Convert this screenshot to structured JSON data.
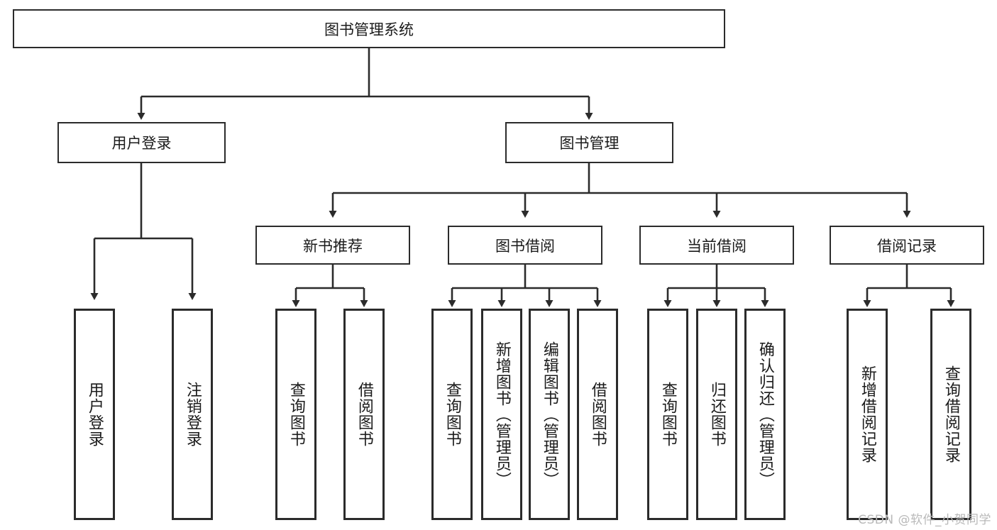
{
  "diagram": {
    "title": "图书管理系统",
    "type": "hierarchy-tree",
    "background": "#ffffff",
    "line_color": "#2b2b2b",
    "box_border_color": "#2b2b2b",
    "text_color": "#1b1b1b",
    "root": {
      "label": "图书管理系统"
    },
    "level1": [
      {
        "label": "用户登录"
      },
      {
        "label": "图书管理"
      }
    ],
    "level2": [
      {
        "label": "新书推荐"
      },
      {
        "label": "图书借阅"
      },
      {
        "label": "当前借阅"
      },
      {
        "label": "借阅记录"
      }
    ],
    "leaves": {
      "user_login": [
        {
          "label": "用户登录"
        },
        {
          "label": "注销登录"
        }
      ],
      "new_book_recommend": [
        {
          "label": "查询图书"
        },
        {
          "label": "借阅图书"
        }
      ],
      "book_borrow": [
        {
          "label": "查询图书"
        },
        {
          "label": "新增图书（管理员）"
        },
        {
          "label": "编辑图书（管理员）"
        },
        {
          "label": "借阅图书"
        }
      ],
      "current_borrow": [
        {
          "label": "查询图书"
        },
        {
          "label": "归还图书"
        },
        {
          "label": "确认归还（管理员）"
        }
      ],
      "borrow_record": [
        {
          "label": "新增借阅记录"
        },
        {
          "label": "查询借阅记录"
        }
      ]
    }
  },
  "watermark": {
    "text": "CSDN @软件_小贺同学"
  }
}
